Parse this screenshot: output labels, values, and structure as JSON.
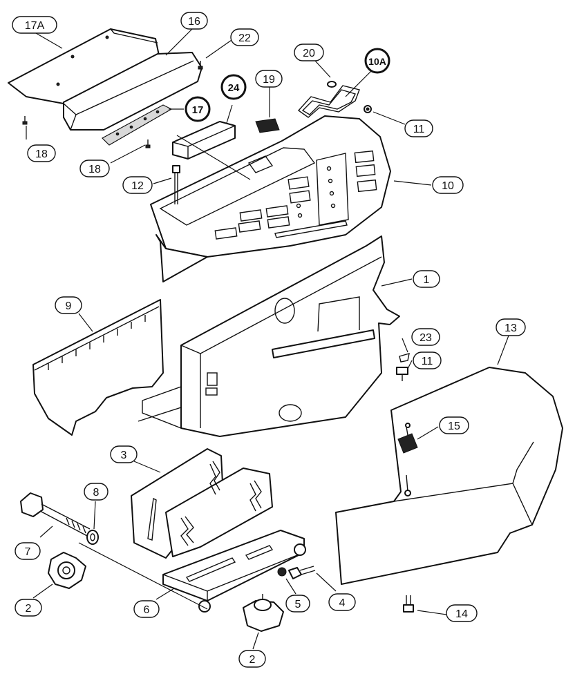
{
  "callouts": {
    "c17a": "17A",
    "c16": "16",
    "c22": "22",
    "c20": "20",
    "c10a": "10A",
    "c24": "24",
    "c19": "19",
    "c17": "17",
    "c11a": "11",
    "c18a": "18",
    "c18b": "18",
    "c12": "12",
    "c10": "10",
    "c1": "1",
    "c9": "9",
    "c23": "23",
    "c11b": "11",
    "c13": "13",
    "c15": "15",
    "c3": "3",
    "c8": "8",
    "c7": "7",
    "c2a": "2",
    "c5": "5",
    "c4": "4",
    "c6": "6",
    "c14": "14",
    "c2b": "2"
  },
  "colors": {
    "line": "#111111",
    "background": "#ffffff",
    "shade": "#d9d9d9"
  }
}
